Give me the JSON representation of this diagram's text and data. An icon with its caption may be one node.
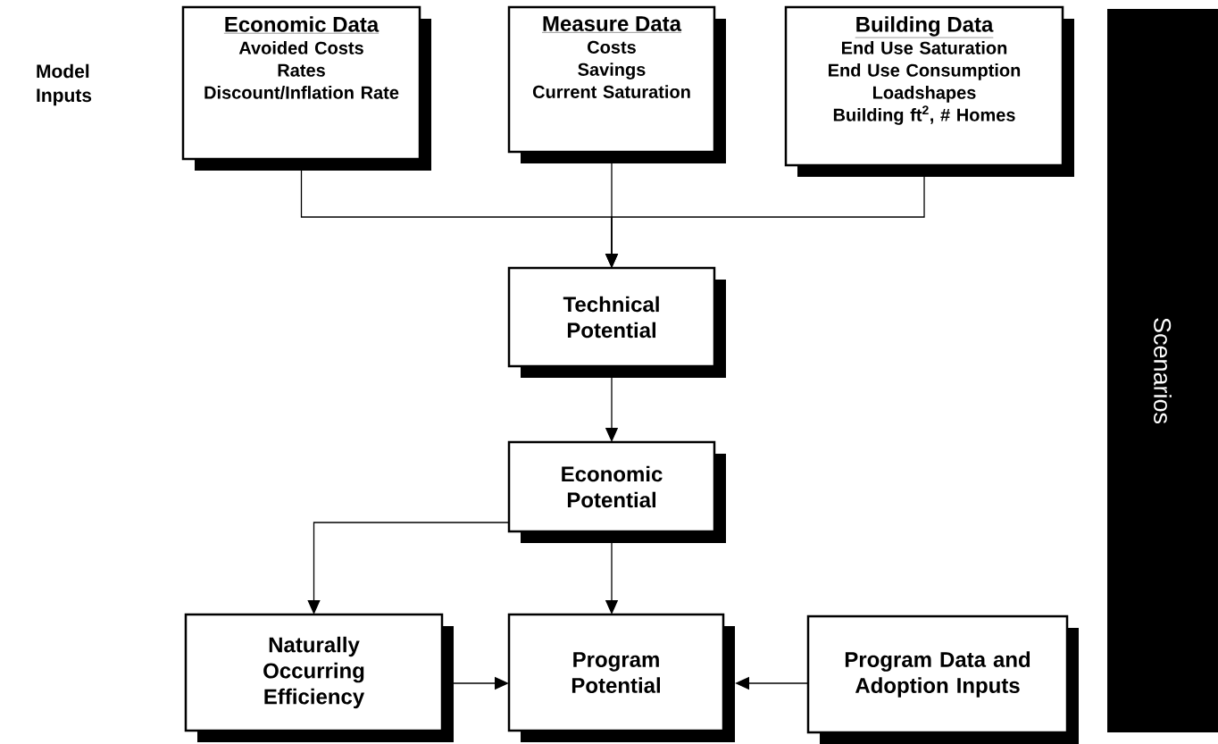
{
  "diagram": {
    "nodes": [
      {
        "text": [
          "Economic Data",
          "Avoided Costs",
          "Rates",
          "Discount/Inflation Rate"
        ]
      },
      {
        "text": [
          "Measure Data",
          "Costs",
          "Savings",
          "Current Saturation"
        ]
      },
      {
        "text": [
          "Building Data",
          "End Use Saturation",
          "End Use Consumption",
          "Loadshapes",
          "Building ft$^{2}$, # Homes"
        ]
      },
      {
        "text": [
          "Technical Potential"
        ]
      },
      {
        "text": [
          "Economic Potential"
        ]
      },
      {
        "text": [
          "Naturally Occurring Efficiency"
        ]
      },
      {
        "text": [
          "Program Potential"
        ]
      },
      {
        "text": [
          "Program Data and Adoption Inputs"
        ]
      },
      {
        "text": [
          "Scenarios"
        ]
      }
    ],
    "edges": [
      {
        "from": 0,
        "to": 3,
        "arrow": "to"
      },
      {
        "from": 1,
        "to": 3,
        "arrow": "to"
      },
      {
        "from": 2,
        "to": 3,
        "arrow": "to"
      },
      {
        "from": 3,
        "to": 4,
        "arrow": "to"
      },
      {
        "from": 4,
        "to": 5,
        "arrow": "to"
      },
      {
        "from": 4,
        "to": 6,
        "arrow": "to"
      },
      {
        "from": 5,
        "to": 6,
        "arrow": "to"
      },
      {
        "from": 7,
        "to": 6,
        "arrow": "to"
      }
    ],
    "labels": [
      "Model Inputs"
    ]
  }
}
